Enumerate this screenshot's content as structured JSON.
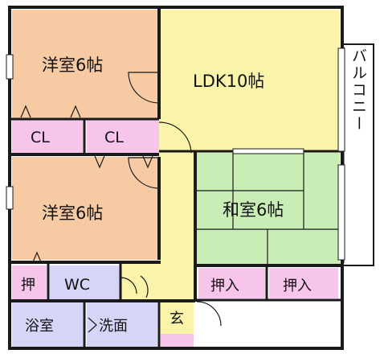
{
  "floor_plan": {
    "colors": {
      "western_room": "#F6CBA3",
      "ldk": "#FAF4AA",
      "japanese_room": "#C8EEB5",
      "closet": "#F6C5E9",
      "wet_area": "#D6D4F7",
      "entrance": "#F6C5E9",
      "hall": "#FAF4AA",
      "wall": "#1a1a1a"
    },
    "rooms": {
      "western_room_top": "洋室6帖",
      "ldk": "LDK10帖",
      "closet_left": "CL",
      "closet_right": "CL",
      "western_room_bottom": "洋室6帖",
      "japanese_room": "和室6帖",
      "storage_small": "押",
      "wc": "WC",
      "oshiire_left": "押入",
      "oshiire_right": "押入",
      "bath": "浴室",
      "washroom": "洗面",
      "entrance": "玄",
      "balcony": "バルコニー"
    }
  }
}
